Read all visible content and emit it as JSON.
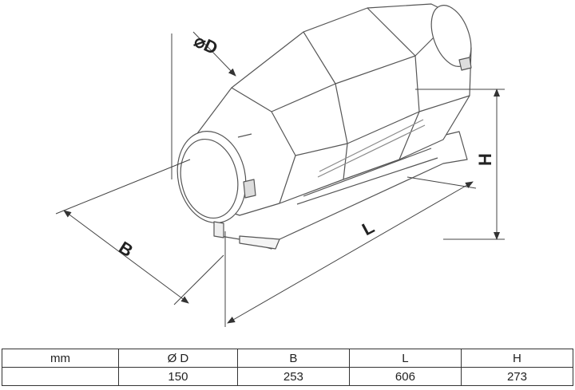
{
  "drawing": {
    "labels": {
      "diameter": "⌀D",
      "width": "B",
      "length": "L",
      "height": "H"
    }
  },
  "table": {
    "unit": "mm",
    "headers": [
      "Ø D",
      "B",
      "L",
      "H"
    ],
    "values": [
      "150",
      "253",
      "606",
      "273"
    ]
  }
}
